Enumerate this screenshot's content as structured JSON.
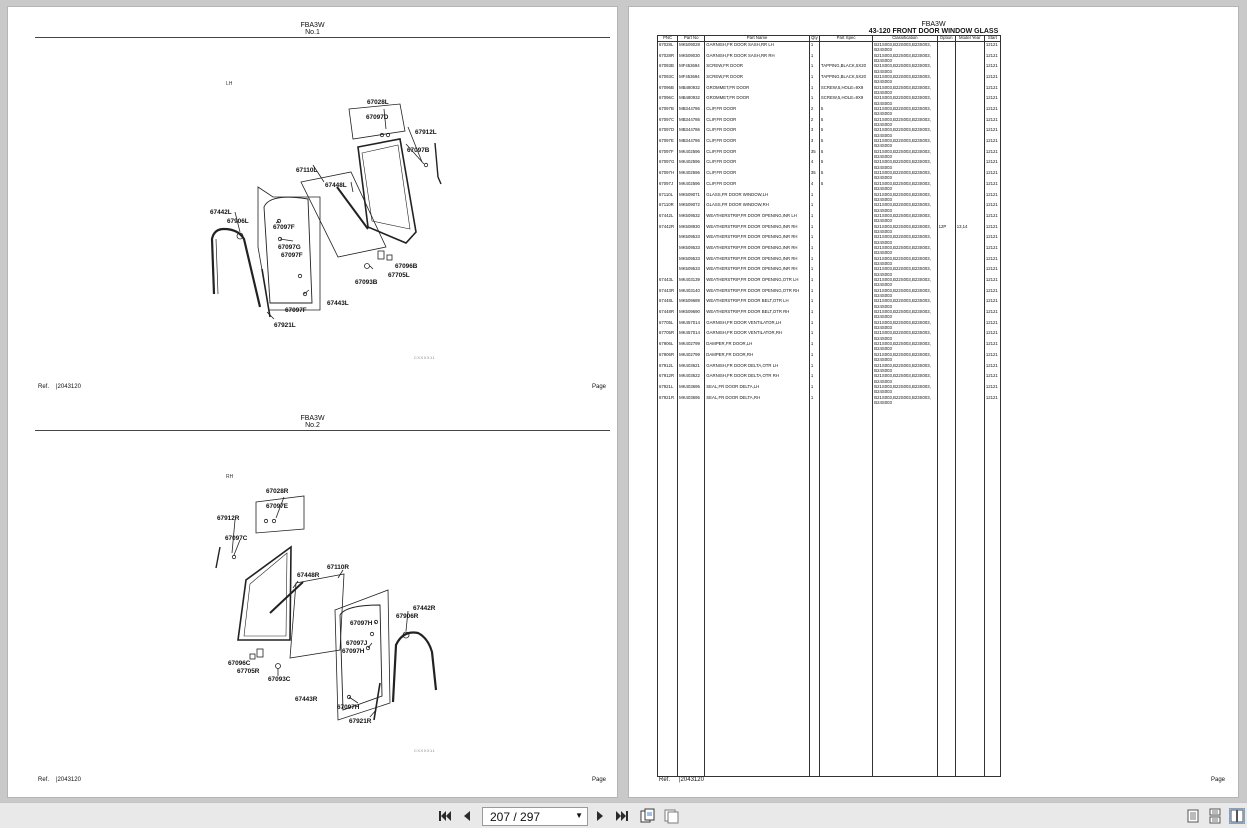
{
  "left_page": {
    "blocks": [
      {
        "model": "FBA3W",
        "number": "No.1",
        "side_label": "LH",
        "stamp": "CXXXX11",
        "ref_label": "Ref.",
        "ref_value": "|2043120",
        "page_label": "Page",
        "callouts": [
          "67028L",
          "67097D",
          "67912L",
          "67097B",
          "67110L",
          "67448L",
          "67442L",
          "67906L",
          "67097F",
          "67097G",
          "67097F",
          "67096B",
          "67705L",
          "67093B",
          "67443L",
          "67097F",
          "67921L"
        ]
      },
      {
        "model": "FBA3W",
        "number": "No.2",
        "side_label": "RH",
        "stamp": "CXXXX11",
        "ref_label": "Ref.",
        "ref_value": "|2043120",
        "page_label": "Page",
        "callouts": [
          "67028R",
          "67097E",
          "67912R",
          "67097C",
          "67110R",
          "67448R",
          "67442R",
          "67906R",
          "67097H",
          "67097J",
          "67097H",
          "67096C",
          "67705R",
          "67093C",
          "67443R",
          "67097H",
          "67921R"
        ]
      }
    ]
  },
  "right_page": {
    "model": "FBA3W",
    "title": "43-120 FRONT DOOR WINDOW GLASS",
    "columns": [
      "PNC",
      "Part No",
      "Part Name",
      "Qty",
      "Part Spec",
      "Classification",
      "Option",
      "Model Year",
      "Start"
    ],
    "rows": [
      {
        "pnc": "67028L",
        "part_no": "MK509028",
        "name": "GARNISH,FR DOOR SASH,RR LH",
        "qty": "1",
        "spec": "",
        "cls": [
          "B21S003,B22S003,B23S003,",
          "B24S003"
        ],
        "option": "",
        "year": "",
        "start": "12121"
      },
      {
        "pnc": "67028R",
        "part_no": "MK509030",
        "name": "GARNISH,FR DOOR SASH,RR RH",
        "qty": "1",
        "spec": "",
        "cls": [
          "B21S003,B22S003,B23S003,",
          "B24S003"
        ],
        "option": "",
        "year": "",
        "start": "12121"
      },
      {
        "pnc": "67093B",
        "part_no": "MF453694",
        "name": "SCREW,FR DOOR",
        "qty": "1",
        "spec": "TAPPING,BLACK,5X20",
        "cls": [
          "B21S003,B22S003,B23S003,",
          "B24S003"
        ],
        "option": "",
        "year": "",
        "start": "12121"
      },
      {
        "pnc": "67093C",
        "part_no": "MF453694",
        "name": "SCREW,FR DOOR",
        "qty": "1",
        "spec": "TAPPING,BLACK,5X20",
        "cls": [
          "B21S003,B22S003,B23S003,",
          "B24S003"
        ],
        "option": "",
        "year": "",
        "start": "12121"
      },
      {
        "pnc": "67096B",
        "part_no": "MB480932",
        "name": "GROMMET,FR DOOR",
        "qty": "1",
        "spec": "SCREW,5,HOLE=9X9",
        "cls": [
          "B21S003,B22S003,B23S003,",
          "B24S003"
        ],
        "option": "",
        "year": "",
        "start": "12121"
      },
      {
        "pnc": "67096C",
        "part_no": "MB480932",
        "name": "GROMMET,FR DOOR",
        "qty": "1",
        "spec": "SCREW,5,HOLE=9X9",
        "cls": [
          "B21S003,B22S003,B23S003,",
          "B24S003"
        ],
        "option": "",
        "year": "",
        "start": "12121"
      },
      {
        "pnc": "67097B",
        "part_no": "MB344786",
        "name": "CLIP,FR DOOR",
        "qty": "2",
        "spec": "5",
        "cls": [
          "B21S003,B22S003,B23S003,",
          "B24S003"
        ],
        "option": "",
        "year": "",
        "start": "12121"
      },
      {
        "pnc": "67097C",
        "part_no": "MB344786",
        "name": "CLIP,FR DOOR",
        "qty": "2",
        "spec": "5",
        "cls": [
          "B21S003,B22S003,B23S003,",
          "B24S003"
        ],
        "option": "",
        "year": "",
        "start": "12121"
      },
      {
        "pnc": "67097D",
        "part_no": "MB344786",
        "name": "CLIP,FR DOOR",
        "qty": "3",
        "spec": "5",
        "cls": [
          "B21S003,B22S003,B23S003,",
          "B24S003"
        ],
        "option": "",
        "year": "",
        "start": "12121"
      },
      {
        "pnc": "67097E",
        "part_no": "MB344786",
        "name": "CLIP,FR DOOR",
        "qty": "3",
        "spec": "5",
        "cls": [
          "B21S003,B22S003,B23S003,",
          "B24S003"
        ],
        "option": "",
        "year": "",
        "start": "12121"
      },
      {
        "pnc": "67097F",
        "part_no": "MK402596",
        "name": "CLIP,FR DOOR",
        "qty": "35",
        "spec": "5",
        "cls": [
          "B21S003,B22S003,B23S003,",
          "B24S003"
        ],
        "option": "",
        "year": "",
        "start": "12121"
      },
      {
        "pnc": "67097G",
        "part_no": "MK402596",
        "name": "CLIP,FR DOOR",
        "qty": "4",
        "spec": "5",
        "cls": [
          "B21S003,B22S003,B23S003,",
          "B24S003"
        ],
        "option": "",
        "year": "",
        "start": "12121"
      },
      {
        "pnc": "67097H",
        "part_no": "MK402596",
        "name": "CLIP,FR DOOR",
        "qty": "35",
        "spec": "5",
        "cls": [
          "B21S003,B22S003,B23S003,",
          "B24S003"
        ],
        "option": "",
        "year": "",
        "start": "12121"
      },
      {
        "pnc": "67097J",
        "part_no": "MK402596",
        "name": "CLIP,FR DOOR",
        "qty": "4",
        "spec": "5",
        "cls": [
          "B21S003,B22S003,B23S003,",
          "B24S003"
        ],
        "option": "",
        "year": "",
        "start": "12121"
      },
      {
        "pnc": "67110L",
        "part_no": "MK509071",
        "name": "GLASS,FR DOOR WINDOW,LH",
        "qty": "1",
        "spec": "",
        "cls": [
          "B21S003,B22S003,B23S003,",
          "B24S003"
        ],
        "option": "",
        "year": "",
        "start": "12121"
      },
      {
        "pnc": "67110R",
        "part_no": "MK509072",
        "name": "GLASS,FR DOOR WINDOW,RH",
        "qty": "1",
        "spec": "",
        "cls": [
          "B21S003,B22S003,B23S003,",
          "B24S003"
        ],
        "option": "",
        "year": "",
        "start": "12121"
      },
      {
        "pnc": "67442L",
        "part_no": "MK509532",
        "name": "WEATHERSTRIP,FR DOOR OPENING,INR LH",
        "qty": "1",
        "spec": "",
        "cls": [
          "B21S003,B22S003,B23S003,",
          "B24S003"
        ],
        "option": "",
        "year": "",
        "start": "12121"
      },
      {
        "pnc": "67442R",
        "part_no": "MK508930",
        "name": "WEATHERSTRIP,FR DOOR OPENING,INR RH",
        "qty": "1",
        "spec": "",
        "cls": [
          "B21S003,B22S003,B23S003,",
          "B24S003"
        ],
        "option": "12P",
        "year": "13,14",
        "start": "12121"
      },
      {
        "pnc": "",
        "part_no": "MK509533",
        "name": "WEATHERSTRIP,FR DOOR OPENING,INR RH",
        "qty": "1",
        "spec": "",
        "cls": [
          "B21S003,B22S003,B23S003,",
          "B24S003"
        ],
        "option": "",
        "year": "",
        "start": "12121"
      },
      {
        "pnc": "",
        "part_no": "MK509533",
        "name": "WEATHERSTRIP,FR DOOR OPENING,INR RH",
        "qty": "1",
        "spec": "",
        "cls": [
          "B21S003,B22S003,B23S003,",
          "B24S003"
        ],
        "option": "",
        "year": "",
        "start": "12121"
      },
      {
        "pnc": "",
        "part_no": "MK509533",
        "name": "WEATHERSTRIP,FR DOOR OPENING,INR RH",
        "qty": "1",
        "spec": "",
        "cls": [
          "B21S003,B22S003,B23S003,",
          "B24S003"
        ],
        "option": "",
        "year": "",
        "start": "12121"
      },
      {
        "pnc": "",
        "part_no": "MK509533",
        "name": "WEATHERSTRIP,FR DOOR OPENING,INR RH",
        "qty": "1",
        "spec": "",
        "cls": [
          "B21S003,B22S003,B23S003,",
          "B24S003"
        ],
        "option": "",
        "year": "",
        "start": "12121"
      },
      {
        "pnc": "67443L",
        "part_no": "MK403139",
        "name": "WEATHERSTRIP,FR DOOR OPENING,OTR LH",
        "qty": "1",
        "spec": "",
        "cls": [
          "B21S003,B22S003,B23S003,",
          "B24S003"
        ],
        "option": "",
        "year": "",
        "start": "12121"
      },
      {
        "pnc": "67443R",
        "part_no": "MK403140",
        "name": "WEATHERSTRIP,FR DOOR OPENING,OTR RH",
        "qty": "1",
        "spec": "",
        "cls": [
          "B21S003,B22S003,B23S003,",
          "B24S003"
        ],
        "option": "",
        "year": "",
        "start": "12121"
      },
      {
        "pnc": "67448L",
        "part_no": "MK509689",
        "name": "WEATHERSTRIP,FR DOOR BELT,OTR LH",
        "qty": "1",
        "spec": "",
        "cls": [
          "B21S003,B22S003,B23S003,",
          "B24S003"
        ],
        "option": "",
        "year": "",
        "start": "12121"
      },
      {
        "pnc": "67448R",
        "part_no": "MK509690",
        "name": "WEATHERSTRIP,FR DOOR BELT,OTR RH",
        "qty": "1",
        "spec": "",
        "cls": [
          "B21S003,B22S003,B23S003,",
          "B24S003"
        ],
        "option": "",
        "year": "",
        "start": "12121"
      },
      {
        "pnc": "67705L",
        "part_no": "MK457014",
        "name": "GARNISH,FR DOOR VENTILATOR,LH",
        "qty": "1",
        "spec": "",
        "cls": [
          "B21S003,B22S003,B23S003,",
          "B24S003"
        ],
        "option": "",
        "year": "",
        "start": "12121"
      },
      {
        "pnc": "67705R",
        "part_no": "MK457014",
        "name": "GARNISH,FR DOOR VENTILATOR,RH",
        "qty": "1",
        "spec": "",
        "cls": [
          "B21S003,B22S003,B23S003,",
          "B24S003"
        ],
        "option": "",
        "year": "",
        "start": "12121"
      },
      {
        "pnc": "67906L",
        "part_no": "MK402799",
        "name": "DAMPER,FR DOOR,LH",
        "qty": "1",
        "spec": "",
        "cls": [
          "B21S003,B22S003,B23S003,",
          "B24S003"
        ],
        "option": "",
        "year": "",
        "start": "12121"
      },
      {
        "pnc": "67906R",
        "part_no": "MK402799",
        "name": "DAMPER,FR DOOR,RH",
        "qty": "1",
        "spec": "",
        "cls": [
          "B21S003,B22S003,B23S003,",
          "B24S003"
        ],
        "option": "",
        "year": "",
        "start": "12121"
      },
      {
        "pnc": "67912L",
        "part_no": "MK403621",
        "name": "GARNISH,FR DOOR DELTA,OTR LH",
        "qty": "1",
        "spec": "",
        "cls": [
          "B21S003,B22S003,B23S003,",
          "B24S003"
        ],
        "option": "",
        "year": "",
        "start": "12121"
      },
      {
        "pnc": "67912R",
        "part_no": "MK403622",
        "name": "GARNISH,FR DOOR DELTA,OTR RH",
        "qty": "1",
        "spec": "",
        "cls": [
          "B21S003,B22S003,B23S003,",
          "B24S003"
        ],
        "option": "",
        "year": "",
        "start": "12121"
      },
      {
        "pnc": "67921L",
        "part_no": "MK403695",
        "name": "SEAL,FR DOOR DELTA,LH",
        "qty": "1",
        "spec": "",
        "cls": [
          "B21S003,B22S003,B23S003,",
          "B24S003"
        ],
        "option": "",
        "year": "",
        "start": "12121"
      },
      {
        "pnc": "67921R",
        "part_no": "MK403695",
        "name": "SEAL,FR DOOR DELTA,RH",
        "qty": "1",
        "spec": "",
        "cls": [
          "B21S003,B22S003,B23S003,",
          "B24S003"
        ],
        "option": "",
        "year": "",
        "start": "12121"
      }
    ],
    "ref_label": "Ref.",
    "ref_value": "|2043120",
    "page_label": "Page"
  },
  "toolbar": {
    "page_indicator": "207 / 297",
    "first_icon": "first-page-icon",
    "prev_icon": "prev-page-icon",
    "next_icon": "next-page-icon",
    "last_icon": "last-page-icon"
  }
}
